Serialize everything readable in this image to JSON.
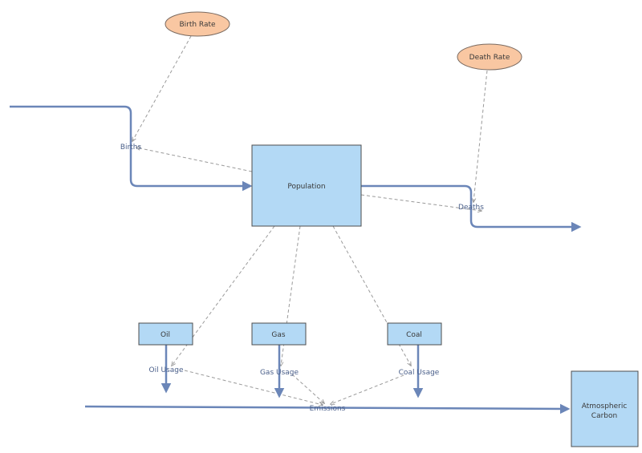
{
  "nodes": {
    "birth_rate": "Birth Rate",
    "death_rate": "Death Rate",
    "population": "Population",
    "births": "Births",
    "deaths": "Deaths",
    "oil": "Oil",
    "gas": "Gas",
    "coal": "Coal",
    "oil_usage": "Oil Usage",
    "gas_usage": "Gas Usage",
    "coal_usage": "Coal Usage",
    "emissions": "Emissions",
    "atmospheric_carbon_line1": "Atmospheric",
    "atmospheric_carbon_line2": "Carbon"
  },
  "colors": {
    "stock_fill": "#b3d9f5",
    "aux_fill": "#f9c7a2",
    "flow_stroke": "#6b86b8",
    "link_stroke": "#9a9a9a"
  }
}
